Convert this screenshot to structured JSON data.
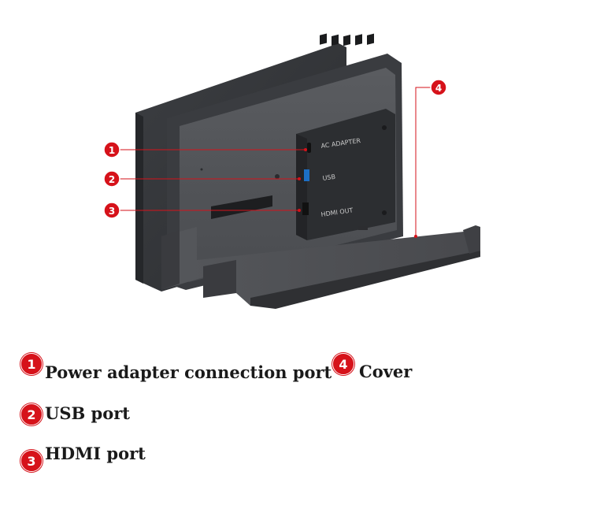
{
  "diagram": {
    "callouts": [
      {
        "number": "1"
      },
      {
        "number": "2"
      },
      {
        "number": "3"
      },
      {
        "number": "4"
      }
    ],
    "port_labels": {
      "ac_adapter": "AC ADAPTER",
      "usb": "USB",
      "hdmi": "HDMI OUT"
    }
  },
  "legend": [
    {
      "number": "1",
      "label": "Power adapter connection port"
    },
    {
      "number": "2",
      "label": "USB port"
    },
    {
      "number": "3",
      "label": "HDMI port"
    },
    {
      "number": "4",
      "label": "Cover"
    }
  ],
  "colors": {
    "callout_red": "#d6121a",
    "dock_body": "#4a4c50",
    "dock_dark": "#2e3033"
  }
}
